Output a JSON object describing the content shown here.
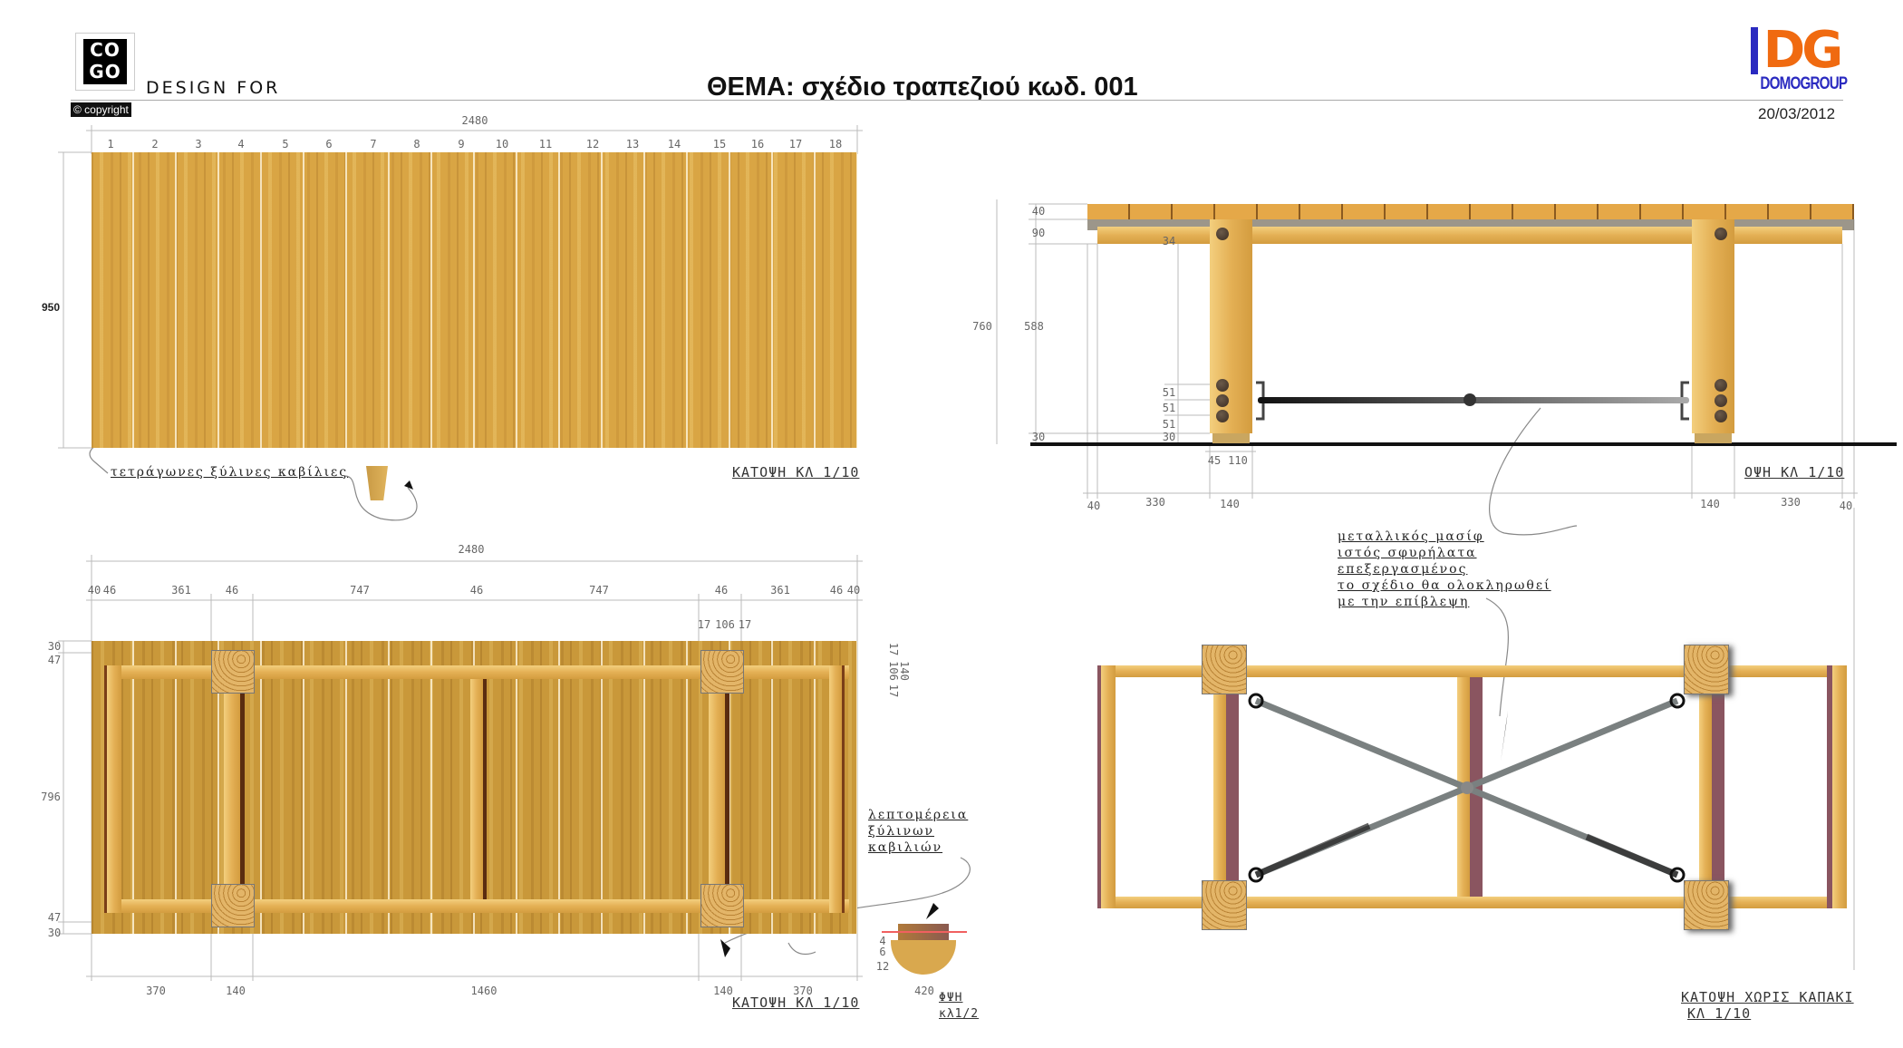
{
  "header": {
    "logo_text": "CO GO",
    "brand_text": "DESIGN FOR",
    "copyright": "© copyright",
    "title": "ΘΕΜΑ: σχέδιο τραπεζιού κωδ. 001",
    "company_logo": "DG",
    "company_name": "DOMOGROUP",
    "date": "20/03/2012",
    "colors": {
      "company_orange": "#f06a10",
      "company_blue": "#2a2ac0"
    }
  },
  "top_plan": {
    "overall_width": "2480",
    "column_numbers": [
      "1",
      "2",
      "3",
      "4",
      "5",
      "6",
      "7",
      "8",
      "9",
      "10",
      "11",
      "12",
      "13",
      "14",
      "15",
      "16",
      "17",
      "18"
    ],
    "depth": "950",
    "dowel_note": "τετράγωνες ξύλινες καβίλιες",
    "caption": "ΚΑΤΟΨΗ ΚΛ 1/10"
  },
  "elevation": {
    "left_dims": [
      "40",
      "90",
      "760",
      "588",
      "34",
      "51",
      "51",
      "51",
      "30",
      "30"
    ],
    "leg_dims": [
      "45",
      "110"
    ],
    "bottom_dims": [
      "40",
      "330",
      "140",
      "140",
      "330",
      "40"
    ],
    "caption": "ΟΨΗ ΚΛ 1/10",
    "rod_note": [
      "μεταλλικός μασίφ",
      "ιστός σφυρήλατα",
      "επεξεργασμένος",
      "το σχέδιο θα ολοκληρωθεί",
      "με την επίβλεψη"
    ]
  },
  "bottom_plan": {
    "overall_width": "2480",
    "segment_dims": [
      "40",
      "46",
      "361",
      "46",
      "747",
      "46",
      "747",
      "46",
      "361",
      "46",
      "40"
    ],
    "leg_detail_dims": [
      "17",
      "106",
      "17"
    ],
    "side_dims": [
      "30",
      "47",
      "796",
      "47",
      "30"
    ],
    "right_dims": [
      "17",
      "106",
      "17",
      "140"
    ],
    "bottom_dims": [
      "370",
      "140",
      "1460",
      "140",
      "370"
    ],
    "caption": "ΚΑΤΟΨΗ ΚΛ 1/10",
    "detail_note": [
      "λεπτομέρεια",
      "ξύλινων",
      "καβιλιών"
    ]
  },
  "dowel_detail": {
    "dims": [
      "4",
      "6",
      "12"
    ],
    "width": "420",
    "caption": [
      "ΦΨΗ",
      "κλ1/2"
    ]
  },
  "frame_plan": {
    "caption": [
      "ΚΑΤΟΨΗ ΧΩΡΙΣ ΚΑΠΑΚΙ",
      "ΚΛ 1/10"
    ]
  }
}
